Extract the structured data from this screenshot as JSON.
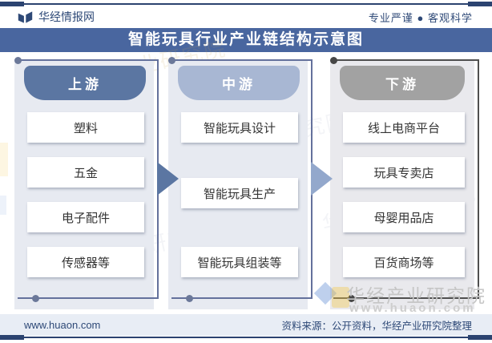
{
  "page": {
    "brand": "华经情报网",
    "slogan": "专业严谨 ● 客观科学",
    "title": "智能玩具行业产业链结构示意图"
  },
  "columns": [
    {
      "label": "上游",
      "items": [
        "塑料",
        "五金",
        "电子配件",
        "传感器等"
      ]
    },
    {
      "label": "中游",
      "items": [
        "智能玩具设计",
        "智能玩具生产",
        "智能玩具组装等"
      ]
    },
    {
      "label": "下游",
      "items": [
        "线上电商平台",
        "玩具专卖店",
        "母婴用品店",
        "百货商场等"
      ]
    }
  ],
  "footer": {
    "website": "www.huaon.com",
    "source": "资料来源：公开资料，华经产业研究院整理"
  },
  "watermark": {
    "name": "华经产业研究院",
    "site": "www.huaon.com"
  },
  "colors": {
    "navy": "#2b4370",
    "title_bar": "#49669f",
    "upstream_header": "#5b76a2",
    "midstream_header": "#a8b7d3",
    "downstream_header": "#a2a2a2",
    "panel_blue": "#e7eaf1",
    "panel_gray": "#e9e9ed",
    "arrow_dark": "#5b76a2",
    "arrow_light": "#93a8cc",
    "footer_bg": "#e8edf5"
  }
}
